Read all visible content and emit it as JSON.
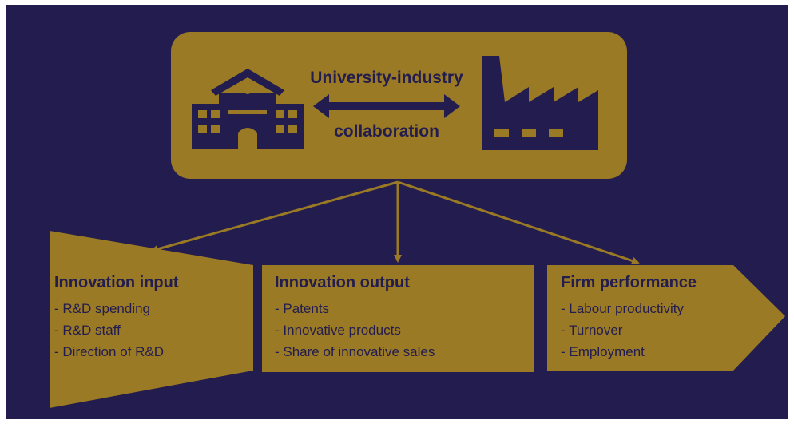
{
  "colors": {
    "background": "#221c4f",
    "gold": "#9a7a24",
    "ink": "#221c4f"
  },
  "top": {
    "label_line1": "University-industry",
    "label_line2": "collaboration",
    "left_icon": "university-building-icon",
    "right_icon": "factory-icon",
    "connector_icon": "double-arrow-icon"
  },
  "boxes": [
    {
      "title": "Innovation input",
      "items": [
        "R&D spending",
        "R&D staff",
        "Direction of R&D"
      ]
    },
    {
      "title": "Innovation output",
      "items": [
        "Patents",
        "Innovative products",
        "Share of innovative sales"
      ]
    },
    {
      "title": "Firm performance",
      "items": [
        "Labour productivity",
        "Turnover",
        "Employment"
      ]
    }
  ]
}
